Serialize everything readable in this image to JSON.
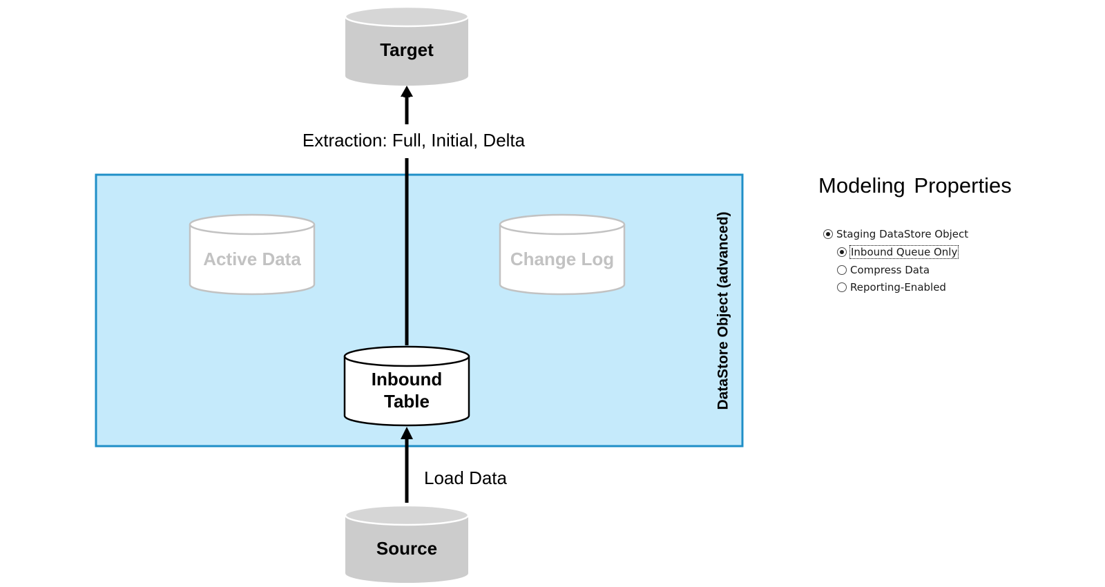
{
  "diagram": {
    "target_label": "Target",
    "extraction_label": "Extraction: Full, Initial, Delta",
    "active_data_label": "Active Data",
    "change_log_label": "Change Log",
    "inbound_line1": "Inbound",
    "inbound_line2": "Table",
    "dso_label": "DataStore Object (advanced)",
    "load_label": "Load Data",
    "source_label": "Source"
  },
  "colors": {
    "dso_fill": "#c5eafb",
    "dso_border": "#1f8fc7",
    "endpoint_fill": "#cccccc",
    "inactive_text": "#c2c2c2",
    "active_text": "#000000"
  },
  "properties": {
    "title": "Modeling Properties",
    "options": [
      {
        "label": "Staging DataStore Object",
        "checked": true
      },
      {
        "label": "Inbound Queue Only",
        "checked": true,
        "focused": true
      },
      {
        "label": "Compress Data",
        "checked": false
      },
      {
        "label": "Reporting-Enabled",
        "checked": false
      }
    ]
  }
}
